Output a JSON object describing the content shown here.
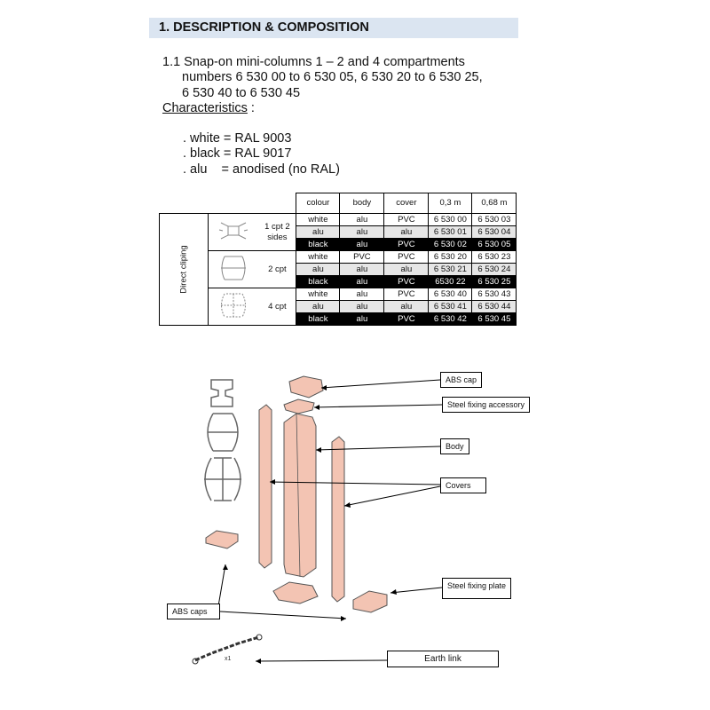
{
  "section": {
    "title": "1. DESCRIPTION & COMPOSITION"
  },
  "intro": {
    "line1": "1.1 Snap-on mini-columns 1 – 2 and 4 compartments",
    "line2": "numbers 6 530 00 to 6 530 05, 6 530 20 to 6 530 25,",
    "line3": "6 530 40 to 6 530 45",
    "characteristics_label": "Characteristics",
    "characteristics_colon": " :",
    "items": [
      ". white = RAL 9003",
      ". black = RAL 9017",
      ". alu    = anodised (no RAL)"
    ]
  },
  "table": {
    "headers": [
      "colour",
      "body",
      "cover",
      "0,3 m",
      "0,68 m"
    ],
    "group_label": "Direct cliping",
    "groups": [
      {
        "label": "1 cpt 2 sides",
        "label_line1": "1 cpt 2",
        "label_line2": "sides",
        "rows": [
          [
            "white",
            "alu",
            "PVC",
            "6 530 00",
            "6 530 03"
          ],
          [
            "alu",
            "alu",
            "alu",
            "6 530 01",
            "6 530 04"
          ],
          [
            "black",
            "alu",
            "PVC",
            "6 530 02",
            "6 530 05"
          ]
        ]
      },
      {
        "label": "2 cpt",
        "rows": [
          [
            "white",
            "PVC",
            "PVC",
            "6 530 20",
            "6 530 23"
          ],
          [
            "alu",
            "alu",
            "alu",
            "6 530 21",
            "6 530 24"
          ],
          [
            "black",
            "alu",
            "PVC",
            "6530 22",
            "6 530 25"
          ]
        ]
      },
      {
        "label": "4 cpt",
        "rows": [
          [
            "white",
            "alu",
            "PVC",
            "6 530 40",
            "6 530 43"
          ],
          [
            "alu",
            "alu",
            "alu",
            "6 530 41",
            "6 530 44"
          ],
          [
            "black",
            "alu",
            "PVC",
            "6 530 42",
            "6 530 45"
          ]
        ]
      }
    ]
  },
  "diagram": {
    "part_color": "#f3c4b3",
    "callouts": {
      "abs_cap": "ABS cap",
      "steel_fixing_accessory": "Steel fixing accessory",
      "body": "Body",
      "covers": "Covers",
      "steel_fixing_plate": "Steel fixing plate",
      "abs_caps": "ABS caps",
      "earth_link": "Earth link"
    },
    "quantity_mark": "x1"
  }
}
